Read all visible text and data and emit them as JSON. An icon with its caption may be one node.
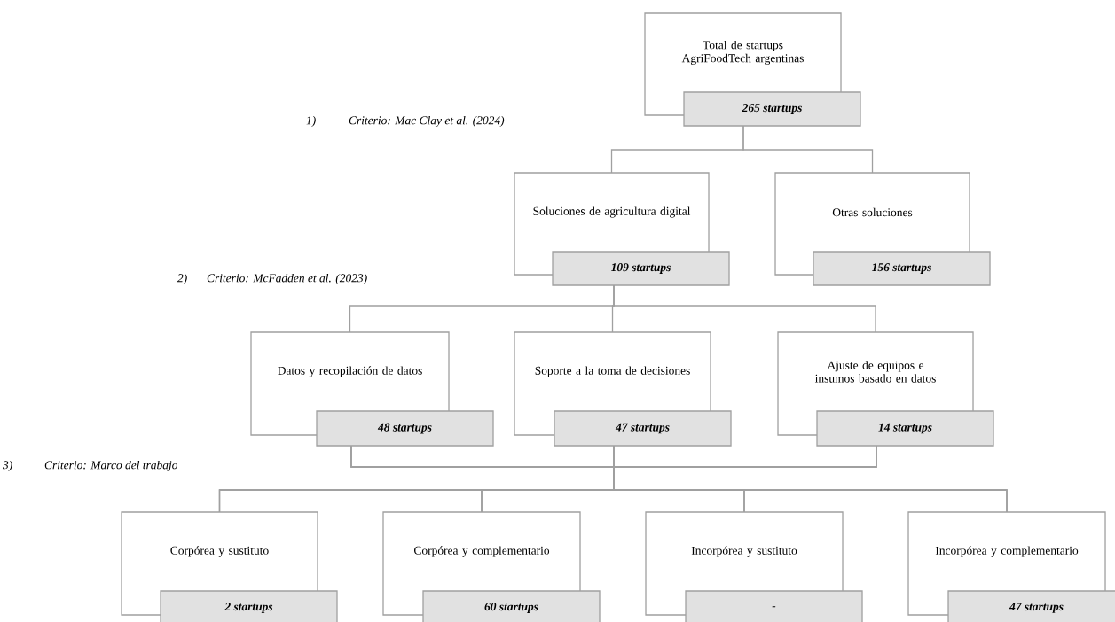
{
  "diagram": {
    "nodes": [
      {
        "text": [
          "Total de startups AgriFoodTech argentinas",
          "265 startups"
        ]
      },
      {
        "text": [
          "Soluciones de agricultura digital",
          "109 startups"
        ]
      },
      {
        "text": [
          "Otras soluciones",
          "156 startups"
        ]
      },
      {
        "text": [
          "Datos y recopilación de datos",
          "48 startups"
        ]
      },
      {
        "text": [
          "Soporte a la toma de decisiones",
          "47 startups"
        ]
      },
      {
        "text": [
          "Ajuste de equipos e insumos basado en datos",
          "14 startups"
        ]
      },
      {
        "text": [
          "Corpórea y sustituto",
          "2 startups"
        ]
      },
      {
        "text": [
          "Corpórea y complementario",
          "60 startups"
        ]
      },
      {
        "text": [
          "Incorpórea y sustituto",
          "-"
        ]
      },
      {
        "text": [
          "Incorpórea y complementario",
          "47 startups"
        ]
      }
    ],
    "edges": [
      {
        "from": 0,
        "to": 1,
        "arrow": "none"
      },
      {
        "from": 0,
        "to": 2,
        "arrow": "none"
      },
      {
        "from": 1,
        "to": 3,
        "arrow": "none"
      },
      {
        "from": 1,
        "to": 4,
        "arrow": "none"
      },
      {
        "from": 1,
        "to": 5,
        "arrow": "none"
      },
      {
        "from": 3,
        "to": 6,
        "arrow": "none"
      },
      {
        "from": 3,
        "to": 7,
        "arrow": "none"
      },
      {
        "from": 3,
        "to": 8,
        "arrow": "none"
      },
      {
        "from": 3,
        "to": 9,
        "arrow": "none"
      },
      {
        "from": 4,
        "to": 6,
        "arrow": "none"
      },
      {
        "from": 4,
        "to": 7,
        "arrow": "none"
      },
      {
        "from": 4,
        "to": 8,
        "arrow": "none"
      },
      {
        "from": 4,
        "to": 9,
        "arrow": "none"
      },
      {
        "from": 5,
        "to": 6,
        "arrow": "none"
      },
      {
        "from": 5,
        "to": 7,
        "arrow": "none"
      },
      {
        "from": 5,
        "to": 8,
        "arrow": "none"
      },
      {
        "from": 5,
        "to": 9,
        "arrow": "none"
      }
    ],
    "labels": [
      "1)",
      "Criterio: Mac Clay et al. (2024)",
      "2)",
      "Criterio: McFadden et al. (2023)",
      "3)",
      "Criterio: Marco del trabajo"
    ]
  }
}
